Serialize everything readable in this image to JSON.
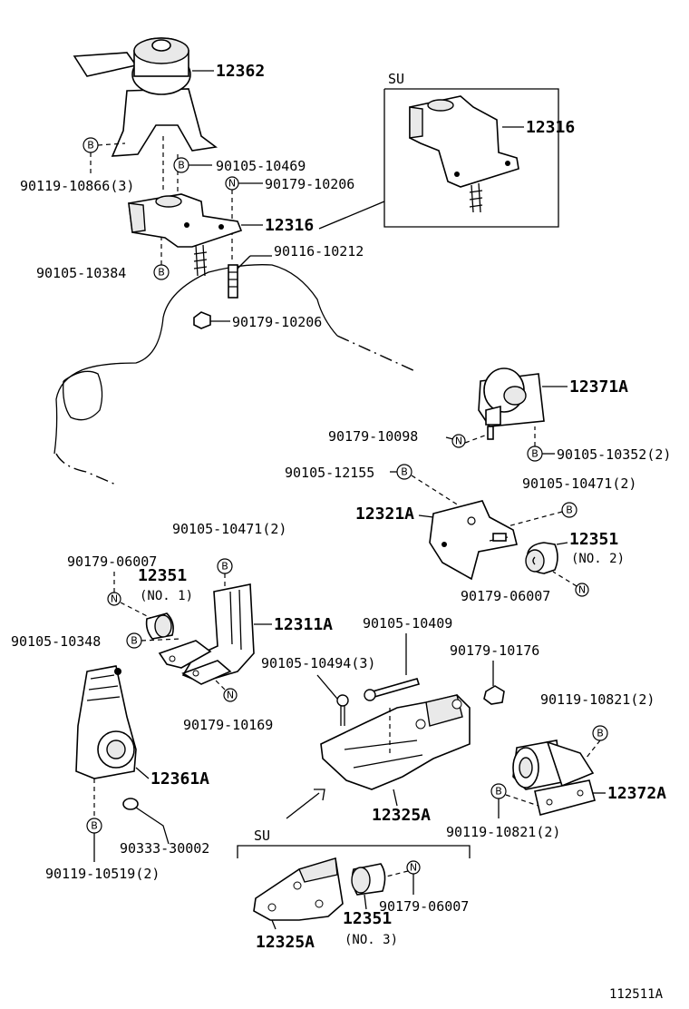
{
  "parts": {
    "p12362": "12362",
    "p12316_top": "12316",
    "p12316_main": "12316",
    "p12371A": "12371A",
    "p12321A": "12321A",
    "p12351_no2": "12351",
    "p12351_no2_note": "(NO. 2)",
    "p12351_no1": "12351",
    "p12351_no1_note": "(NO. 1)",
    "p12311A": "12311A",
    "p12361A": "12361A",
    "p12325A_main": "12325A",
    "p12372A": "12372A",
    "p12325A_su": "12325A",
    "p12351_no3": "12351",
    "p12351_no3_note": "(NO. 3)"
  },
  "fasteners": {
    "f90119_10866": "90119-10866(3)",
    "f90105_10469": "90105-10469",
    "f90179_10206_a": "90179-10206",
    "f90105_10384": "90105-10384",
    "f90116_10212": "90116-10212",
    "f90179_10206_b": "90179-10206",
    "f90179_10098": "90179-10098",
    "f90105_10352": "90105-10352(2)",
    "f90105_12155": "90105-12155",
    "f90105_10471_r": "90105-10471(2)",
    "f90179_06007_r": "90179-06007",
    "f90105_10471_l": "90105-10471(2)",
    "f90179_06007_l": "90179-06007",
    "f90105_10348": "90105-10348",
    "f90179_10169": "90179-10169",
    "f90105_10409": "90105-10409",
    "f90105_10494": "90105-10494(3)",
    "f90179_10176": "90179-10176",
    "f90119_10821_top": "90119-10821(2)",
    "f90119_10821_bot": "90119-10821(2)",
    "f90333_30002": "90333-30002",
    "f90119_10519": "90119-10519(2)",
    "f90179_06007_su": "90179-06007"
  },
  "markers": {
    "bolt": "B",
    "nut": "N"
  },
  "sections": {
    "su_top": "SU",
    "su_bottom": "SU"
  },
  "figure_id": "112511A"
}
